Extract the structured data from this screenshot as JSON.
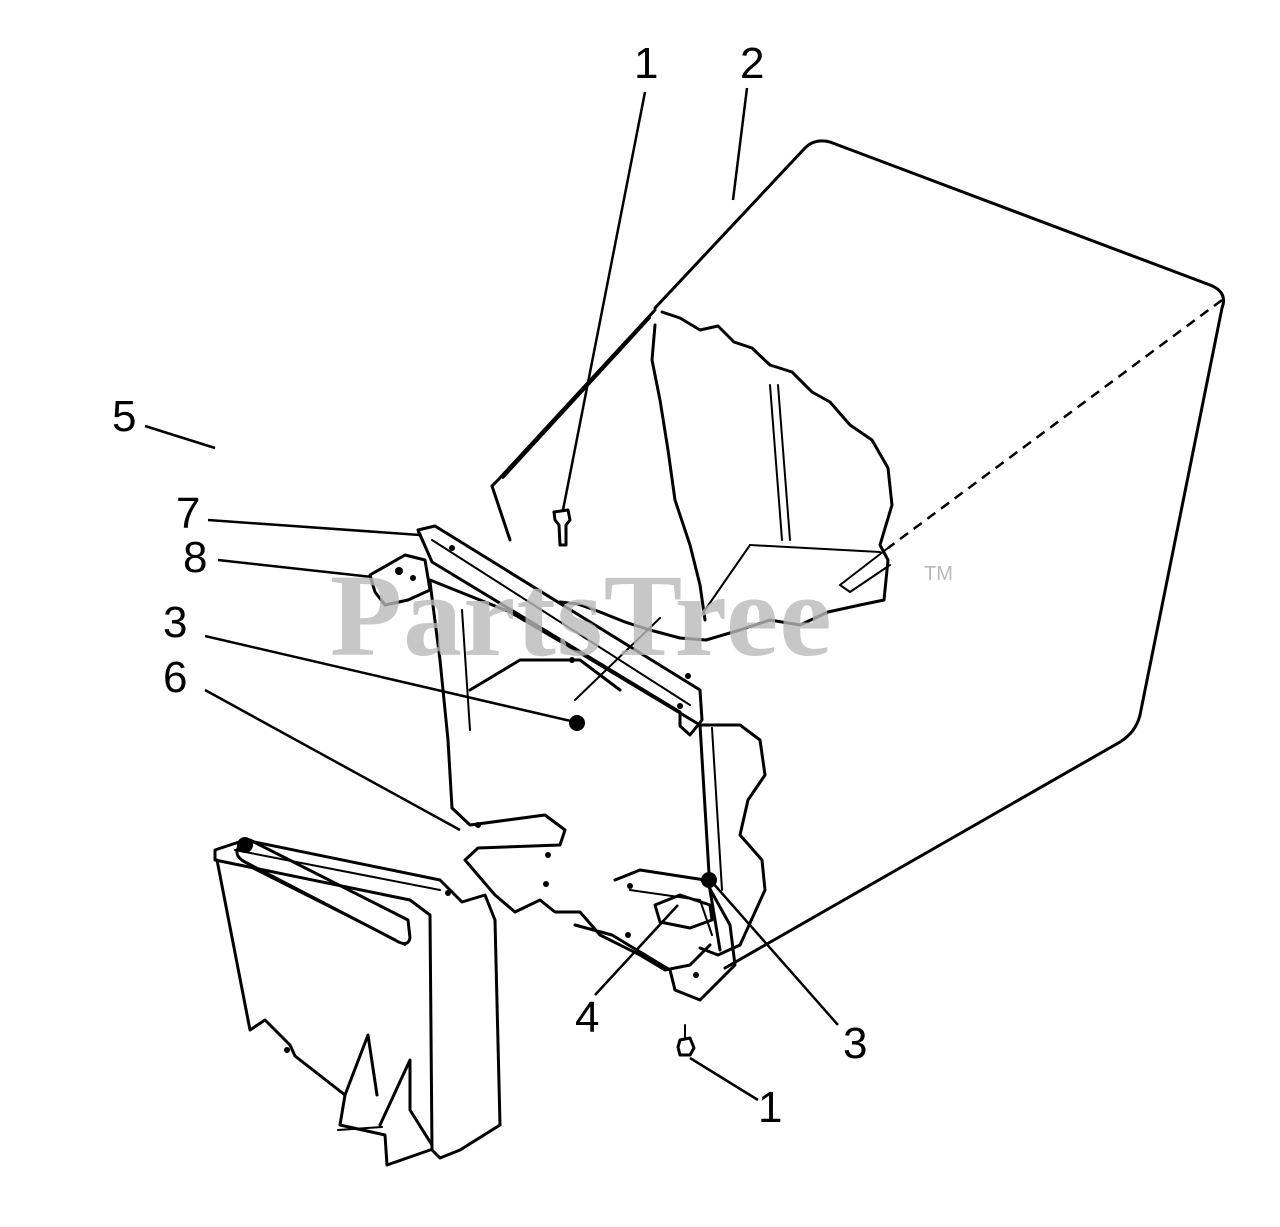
{
  "callouts": {
    "c1_top": "1",
    "c2": "2",
    "c7": "7",
    "c8": "8",
    "c3_left": "3",
    "c6": "6",
    "c5": "5",
    "c4": "4",
    "c3_right": "3",
    "c1_bottom": "1"
  },
  "watermark": {
    "brand": "PartsTree",
    "tm": "TM"
  },
  "colors": {
    "line": "#000000",
    "background": "#ffffff",
    "watermark": "#b9b9b9"
  }
}
